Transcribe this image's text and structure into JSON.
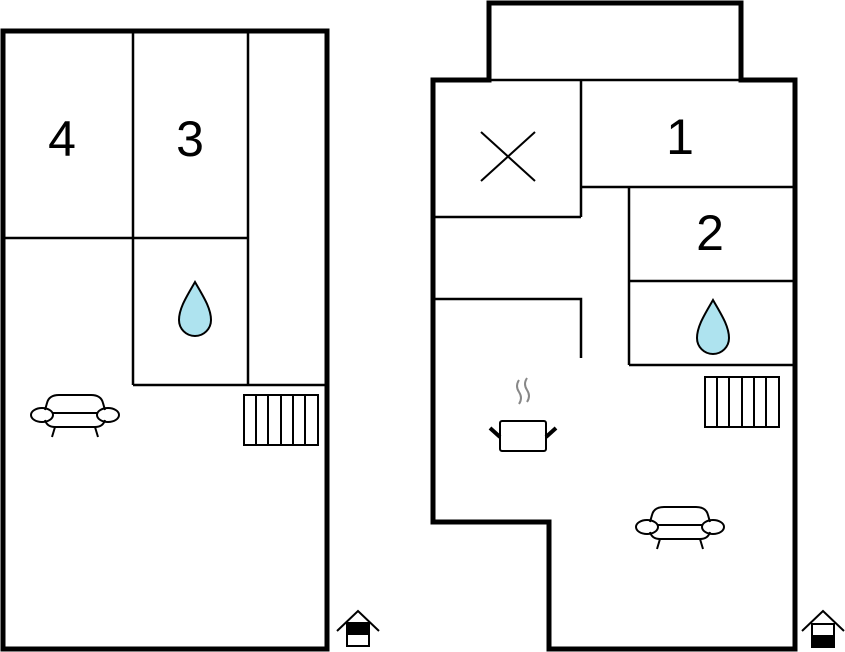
{
  "floors": [
    {
      "name": "upper",
      "rooms": [
        {
          "label": "4"
        },
        {
          "label": "3"
        }
      ]
    },
    {
      "name": "ground",
      "rooms": [
        {
          "label": "1"
        },
        {
          "label": "2"
        }
      ]
    }
  ],
  "colors": {
    "water": "#aee3ef",
    "wall": "#000000",
    "steam": "#888888"
  },
  "icons": [
    "bathroom-drop-icon",
    "sofa-icon",
    "stairs-icon",
    "house-floor-indicator-icon",
    "toilet-x-icon",
    "kitchen-pot-icon"
  ]
}
